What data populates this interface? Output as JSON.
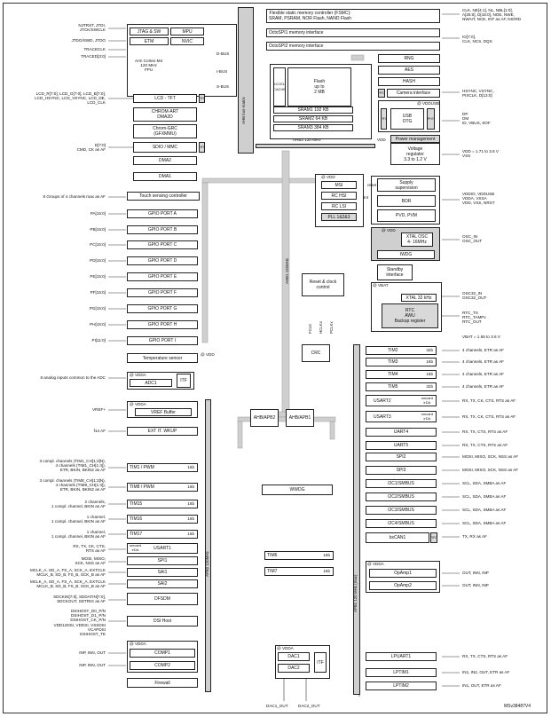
{
  "core": {
    "jtag_sw": "JTAG & SW",
    "mpu": "MPU",
    "etm": "ETM",
    "nvic": "NVIC",
    "cpu": "Arm Cortex-M4\n120 MHz\nFPU",
    "dbus": "D-BUS",
    "ibus": "I-BUS",
    "sbus": "S-BUS"
  },
  "bus_matrix": "AHB bus-matrix",
  "masters": {
    "lcd_tft": "LCD - TFT",
    "chrom_art": "CHROM-ART\nDMA2D",
    "chrom_grc": "Chrom-GRC\n(GFXMMU)",
    "sdio": "SDIO / MMC",
    "dma2": "DMA2",
    "dma1": "DMA1",
    "fifo": "FIFO"
  },
  "left_pins": {
    "njtrst": "NJTRST, JTDI,\nJTCK/SWCLK",
    "jtdo": "JTDO/SWD, JTDO",
    "traceclk": "TRACECLK",
    "traced": "TRACED[3:0]",
    "lcd": "LCD_R[7:0], LCD_G[7:0], LCD_B[7:0],\nLCD_HSYNC, LCD_VSYNC, LCD_DE,\nLCD_CLK",
    "sdio": "D[7:0]\nCMD, CK as AF",
    "touch": "8 Groups of 4 channels max as AF",
    "pa": "PA[15:0]",
    "pb": "PB[15:0]",
    "pc": "PC[15:0]",
    "pd": "PD[15:0]",
    "pe": "PE[15:0]",
    "pf": "PF[15:0]",
    "pg": "PG[15:0]",
    "ph": "PH[15:0]",
    "pi": "PI[11:0]",
    "adc": "8 analog inputs common to the ADC",
    "vref": "VREF+",
    "f14": "f14 AF",
    "tim1": "3 compl. channels (TIM1_CH[1:3]N),\n4 channels (TIM1_CH[1:4]),\nETR, BKIN, BKIN2 as AF",
    "tim8": "3 compl. channels (TIM8_CH[1:3]N),\n4 channels (TIM8_CH[1:4]),\nETR, BKIN, BKIN2 as AF",
    "tim15": "2 channels,\n1 compl. channel, BKIN as AF",
    "tim16": "1 channel,\n1 compl. channel, BKIN as AF",
    "tim17": "1 channel,\n1 compl. channel, BKIN as AF",
    "usart1": "RX, TX, CK, CTS,\nRTS as AF",
    "spi1": "MOSI, MISO,\nSCK, NSS as AF",
    "sai1": "MCLK_A, SD_A, FS_A, SCK_A, EXTCLK\nMCLK_B, SD_B, FS_B, SCK_B as AF",
    "sai2": "MCLK_A, SD_A, FS_A, SCK_A, EXTCLK\nMCLK_B, SD_B, FS_B, SCK_B as AF",
    "dfsdm": "SDCKIN[7:0], SDDATIN[7:0],\nSDCKOUT, SDTRIG as AF",
    "dsi": "DSIHOST_D0_P/N\nDSIHOST_D1_P/N\nDSIHOST_CK_P/N\nVDD12DSI, VDDSI, VSSDSI\nVCAPDSI\nDSIHOST_TE",
    "comp1": "INP, INN, OUT",
    "comp2": "INP, INN, OUT"
  },
  "gpio": [
    "GPIO PORT A",
    "GPIO PORT B",
    "GPIO PORT C",
    "GPIO PORT D",
    "GPIO PORT E",
    "GPIO PORT F",
    "GPIO PORT G",
    "GPIO PORT H",
    "GPIO PORT I"
  ],
  "touch_sensing": "Touch sensing controller",
  "temp_sensor": "Temperature sensor",
  "vdd_tag": "@ VDD",
  "vdda_tag": "@ VDDA",
  "vbat_tag": "@ VBAT",
  "adc1": "ADC1",
  "itf": "ITF",
  "vref_buffer": "VREF Buffer",
  "ext_it": "EXT IT. WKUP",
  "apb2_timers": [
    {
      "name": "TIM1 / PWM",
      "bits": "16b"
    },
    {
      "name": "TIM8 / PWM",
      "bits": "16b"
    },
    {
      "name": "TIM15",
      "bits": "16b"
    },
    {
      "name": "TIM16",
      "bits": "16b"
    },
    {
      "name": "TIM17",
      "bits": "16b"
    }
  ],
  "usart1": "USART1",
  "smartcard_irda": "smcard\nirDA",
  "spi1": "SPI1",
  "sai1": "SAI1",
  "sai2": "SAI2",
  "dfsdm": "DFSDM",
  "dsi_host": "DSI Host",
  "comp1": "COMP1",
  "comp2": "COMP2",
  "firewall": "Firewall",
  "apb2_bus": "APB2 120MHz",
  "memory": {
    "flash": "Flash\nup to\n2 MB",
    "accel": "ACCEL/\nCACHE",
    "sram1": "SRAM1 192 KB",
    "sram2": "SRAM2 64 KB",
    "sram3": "SRAM3 384 KB",
    "ahb2": "AHB2 120 MHz",
    "ahb1": "AHB1 120 MHz"
  },
  "fsmc": "Flexible static memory controller (FSMC):\nSRAM, PSRAM, NOR Flash, NAND Flash",
  "octospi1": "OctoSPI1 memory interface",
  "octospi2": "OctoSPI2 memory interface",
  "rng": "RNG",
  "aes": "AES",
  "hash": "HASH",
  "camera": "Camera interface",
  "usb_otg": "USB\nOTG",
  "phy": "PHY",
  "fifo": "FIFO",
  "usb_tag": "@ VDDUSB",
  "power_mgmt": "Power management",
  "voltage_reg": "Voltage\nregulator\n3.3 to 1.2 V",
  "vdd_label": "VDD",
  "clk": {
    "msi": "MSI",
    "rc16": "RC HSI",
    "rc48": "RC LSI",
    "pll": "PLL 1&2&3"
  },
  "supply_sup": "Supply\nsupervision",
  "bor": "BOR",
  "pvd": "PVD, PVM",
  "reset": "reset",
  "int": "Int",
  "xtal_osc": "XTAL OSC\n4- 16MHz",
  "iwdg": "IWDG",
  "standby": "Standby\ninterface",
  "reset_clock": "Reset & clock\ncontrol",
  "clock_outs": [
    "FCLK",
    "HCLKx",
    "PCLKx"
  ],
  "xtal32": "XTAL 32 kHz",
  "rtc": "RTC\nAWU\nBackup register",
  "crc": "CRC",
  "ahb_apb2": "AHB/APB2",
  "ahb_apb1": "AHB/APB1",
  "wwdg": "WWDG",
  "apb1_bus": "APB1 120 MHz (max)",
  "apb1_periphs": [
    {
      "name": "TIM2",
      "bits": "32b"
    },
    {
      "name": "TIM3",
      "bits": "16b"
    },
    {
      "name": "TIM4",
      "bits": "16b"
    },
    {
      "name": "TIM5",
      "bits": "32b"
    },
    {
      "name": "USART2",
      "bits": "smcard\nirDA"
    },
    {
      "name": "USART3",
      "bits": "smcard\nirDA"
    },
    {
      "name": "UART4",
      "bits": ""
    },
    {
      "name": "UART5",
      "bits": ""
    },
    {
      "name": "SPI2",
      "bits": ""
    },
    {
      "name": "SPI3",
      "bits": ""
    },
    {
      "name": "I2C1/SMBUS",
      "bits": ""
    },
    {
      "name": "I2C2/SMBUS",
      "bits": ""
    },
    {
      "name": "I2C3/SMBUS",
      "bits": ""
    },
    {
      "name": "I2C4/SMBUS",
      "bits": ""
    },
    {
      "name": "bxCAN1",
      "bits": ""
    }
  ],
  "tim6": "TIM6",
  "tim7": "TIM7",
  "bits16": "16b",
  "opamp1": "OpAmp1",
  "opamp2": "OpAmp2",
  "dac1": "DAC1",
  "dac2": "DAC2",
  "lpuart1": "LPUART1",
  "lptim1": "LPTIM1",
  "lptim2": "LPTIM2",
  "dac_outs": [
    "DAC1_OUT",
    "DAC2_OUT"
  ],
  "ahb1_vert": "AHB1 120MHz",
  "right_pins": {
    "fsmc": "CLK, NE[4:1], NL, NBL[1:0],\nA[25:0], D[15:0], NOE, NWE,\nNWAIT, NCE, INT as AF, NIORD",
    "octo1": "IO[7:0],\nCLK, NCS, DQS",
    "camera": "HSYNC, VSYNC,\nPIXCLK, D[13:0]",
    "usb": "DP\nDM\nID, VBUS, SOF",
    "vdd": "VDD = 1.71 to 3.6 V\nVSS",
    "supply": "VDDIO, VDDUSB\nVDDA, VSSA\nVDD, VSS, NRST",
    "osc": "OSC_IN\nOSC_OUT",
    "osc32": "OSC32_IN\nOSC32_OUT",
    "rtc": "RTC_TS\nRTC_TAMPx\nRTC_OUT",
    "vbat": "VBAT = 1.55 to 3.6 V",
    "timers4": "4 channels, ETR as AF",
    "usart": "RX, TX, CK, CTS, RTS as AF",
    "uart": "RX, TX, CTS, RTS as AF",
    "spi": "MOSI, MISO, SCK, NSS as AF",
    "i2c": "SCL, SDA, SMBA as AF",
    "can": "TX, RX as AF",
    "opamp": "OUT, INN, INP",
    "lpuart": "RX, TX, CTS, RTS as AF",
    "lptim": "IN1, IN2, OUT, ETR as AF",
    "lptim2": "IN1, OUT, ETR as AF"
  },
  "msv": "MSv38487V4"
}
